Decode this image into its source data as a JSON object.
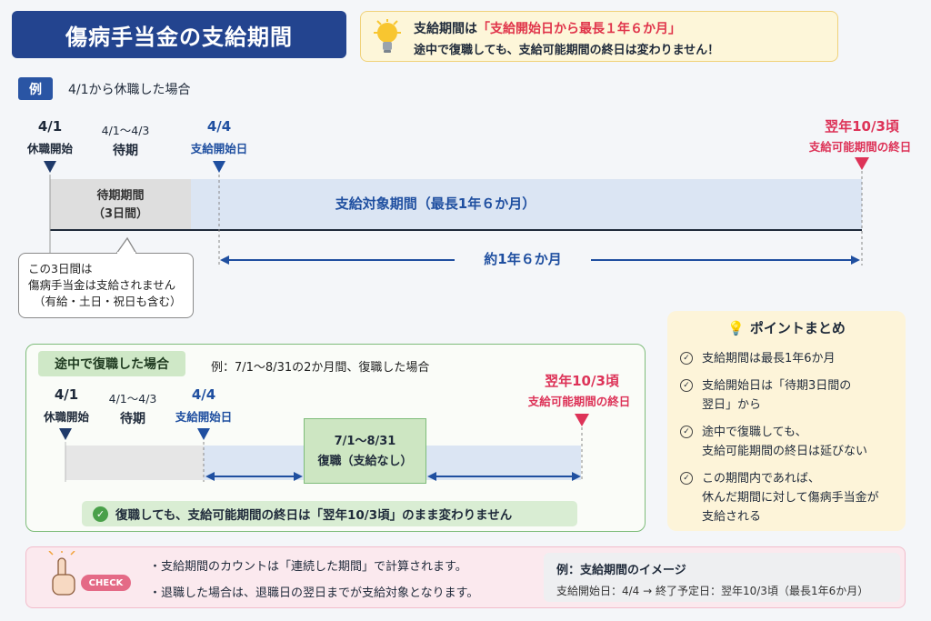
{
  "title": "傷病手当金の支給期間",
  "note": {
    "line1_prefix": "支給期間は",
    "line1_highlight": "「支給開始日から最長１年６か月」",
    "line2": "途中で復職しても、支給可能期間の終日は変わりません！"
  },
  "example": {
    "tag": "例",
    "text": "4/1から休職した場合"
  },
  "timeline1": {
    "start_date": "4/1",
    "start_label": "休職開始",
    "wait_date": "4/1〜4/3",
    "wait_label": "待期",
    "pay_start_date": "4/4",
    "pay_start_label": "支給開始日",
    "end_date": "翌年10/3頃",
    "end_label": "支給可能期間の終日",
    "wait_period_line1": "待期期間",
    "wait_period_line2": "（3日間）",
    "target_period": "支給対象期間（最長1年６か月）",
    "span": "約1年６か月",
    "callout_line1": "この3日間は",
    "callout_line2": "傷病手当金は支給されません",
    "callout_line3": "（有給・土日・祝日も含む）"
  },
  "rtw": {
    "tag": "途中で復職した場合",
    "example": "例：7/1〜8/31の2か月間、復職した場合",
    "start_date": "4/1",
    "start_label": "休職開始",
    "wait_date": "4/1〜4/3",
    "wait_label": "待期",
    "pay_start_date": "4/4",
    "pay_start_label": "支給開始日",
    "end_date": "翌年10/3頃",
    "end_label": "支給可能期間の終日",
    "return_date": "7/1〜8/31",
    "return_label": "復職（支給なし）",
    "summary": "復職しても、支給可能期間の終日は「翌年10/3頃」のまま変わりません"
  },
  "points": {
    "title": "ポイントまとめ",
    "items": [
      {
        "l1": "支給期間は最長1年6か月",
        "l2": ""
      },
      {
        "l1": "支給開始日は「待期3日間の",
        "l2": "翌日」から"
      },
      {
        "l1": "途中で復職しても、",
        "l2": "支給可能期間の終日は延びない"
      },
      {
        "l1": "この期間内であれば、",
        "l2": "休んだ期間に対して傷病手当金が",
        "l3": "支給される"
      }
    ]
  },
  "check": {
    "badge": "CHECK",
    "item1": "支給期間のカウントは「連続した期間」で計算されます。",
    "item2": "退職した場合は、退職日の翌日までが支給対象となります。",
    "image_title": "例：支給期間のイメージ",
    "image_detail": "支給開始日：4/4 → 終了予定日：翌年10/3頃（最長1年6か月）"
  },
  "colors": {
    "navy": "#23448f",
    "blue": "#1f4fa0",
    "pink": "#dd3358",
    "green": "#7ebc7a",
    "yellow": "#fdf4d9"
  },
  "icons": [
    "lightbulb-icon",
    "check-circle-icon",
    "pointing-hand-icon"
  ]
}
